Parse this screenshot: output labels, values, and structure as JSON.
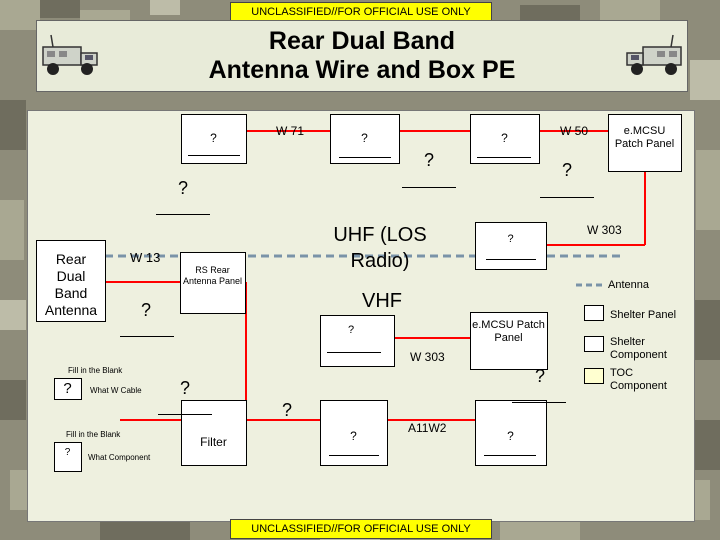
{
  "banner": "UNCLASSIFIED//FOR OFFICIAL USE ONLY",
  "title": {
    "line1": "Rear Dual Band",
    "line2": "Antenna Wire and Box PE"
  },
  "colors": {
    "wire": "#ff0000",
    "antenna_dashed": "#7a93a8",
    "shelter_panel": "#ffffff",
    "toc_component": "#ffffd0"
  },
  "icons": {
    "left": "military-truck-icon",
    "right": "military-truck-icon"
  },
  "labels": {
    "w71": "W 71",
    "w50": "W 50",
    "w13": "W 13",
    "w303_right": "W 303",
    "w303_mid": "W 303",
    "a11w2": "A11W2",
    "emcsu_patch_panel_top": "e.MCSU Patch Panel",
    "emcsu_patch_panel_mid": "e.MCSU Patch Panel",
    "uhf": "UHF (LOS Radio)",
    "vhf": "VHF",
    "rs_rear_antenna_panel": "RS Rear Antenna Panel",
    "rear_dual_band_antenna": "Rear Dual Band Antenna",
    "filter": "Filter"
  },
  "question_mark": "?",
  "legend": {
    "fill_wire_title": "Fill in the Blank",
    "what_w_cable": "What W Cable",
    "fill_component_title": "Fill in the Blank",
    "what_component": "What Component",
    "antenna": "Antenna",
    "shelter_panel": "Shelter Panel",
    "shelter_component": "Shelter Component",
    "toc_component": "TOC Component"
  }
}
